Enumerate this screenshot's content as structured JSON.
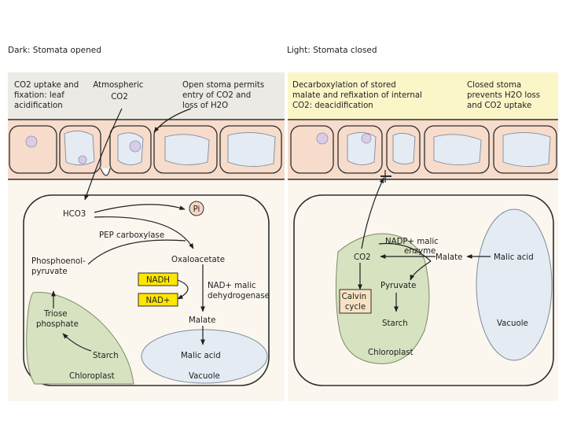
{
  "colors": {
    "panel_bg": "#fbf7ef",
    "annotation_bg_left": "#eceae4",
    "annotation_bg_right": "#fbf6c8",
    "epidermis_cell": "#f7dccb",
    "cell_outline": "#2e2e2e",
    "vacuole": "#e4ebf3",
    "chloroplast": "#d7e2c1",
    "highlight_box": "#ffe600",
    "calvin_box": "#f7e3c3"
  },
  "left": {
    "title": "Dark: Stomata opened",
    "notes": [
      [
        "CO2 uptake and",
        "fixation: leaf",
        "acidification"
      ],
      [
        "Atmospheric",
        "CO2"
      ],
      [
        "Open stoma permits",
        "entry of CO2 and",
        "loss of H2O"
      ]
    ],
    "labels": {
      "hco3": "HCO3",
      "pi": "Pi",
      "pep_carboxylase": "PEP carboxylase",
      "pep": [
        "Phosphoenol-",
        "pyruvate"
      ],
      "oxaloacetate": "Oxaloacetate",
      "nadh": "NADH",
      "nad": "NAD+",
      "nad_malic_dh": [
        "NAD+ malic",
        "dehydrogenase"
      ],
      "triose": [
        "Triose",
        "phosphate"
      ],
      "malate": "Malate",
      "starch": "Starch",
      "malic_acid": "Malic acid",
      "chloroplast": "Chloroplast",
      "vacuole": "Vacuole"
    }
  },
  "right": {
    "title": "Light: Stomata closed",
    "notes": [
      [
        "Decarboxylation of stored",
        "malate and refixation of internal",
        "CO2: deacidification"
      ],
      [
        "Closed stoma",
        "prevents H2O loss",
        "and CO2 uptake"
      ]
    ],
    "labels": {
      "nadp_malic": [
        "NADP+ malic",
        "enzyme"
      ],
      "co2": "CO2",
      "malate": "Malate",
      "malic_acid": "Malic acid",
      "pyruvate": "Pyruvate",
      "calvin": [
        "Calvin",
        "cycle"
      ],
      "starch": "Starch",
      "vacuole": "Vacuole",
      "chloroplast": "Chloroplast"
    }
  }
}
